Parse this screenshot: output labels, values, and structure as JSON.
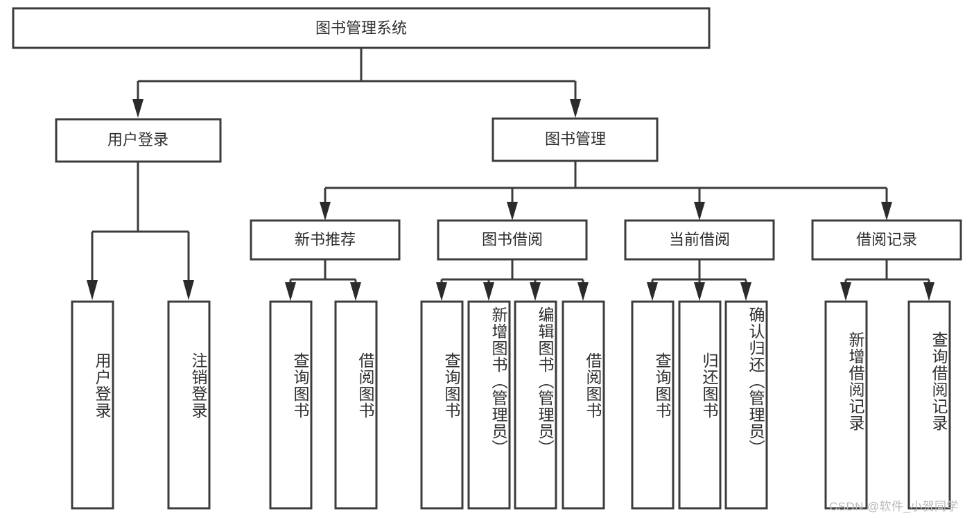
{
  "diagram": {
    "type": "tree-hierarchy-diagram",
    "title_node": {
      "label": "图书管理系统",
      "orientation": "horizontal"
    },
    "level2": [
      {
        "label": "用户登录",
        "orientation": "horizontal"
      },
      {
        "label": "图书管理",
        "orientation": "horizontal"
      }
    ],
    "level3": [
      {
        "label": "新书推荐",
        "orientation": "horizontal"
      },
      {
        "label": "图书借阅",
        "orientation": "horizontal"
      },
      {
        "label": "当前借阅",
        "orientation": "horizontal"
      },
      {
        "label": "借阅记录",
        "orientation": "horizontal"
      }
    ],
    "leaves": [
      {
        "label": "用户登录",
        "parent": "用户登录",
        "orientation": "vertical"
      },
      {
        "label": "注销登录",
        "parent": "用户登录",
        "orientation": "vertical"
      },
      {
        "label": "查询图书",
        "parent": "新书推荐",
        "orientation": "vertical"
      },
      {
        "label": "借阅图书",
        "parent": "新书推荐",
        "orientation": "vertical"
      },
      {
        "label": "查询图书",
        "parent": "图书借阅",
        "orientation": "vertical"
      },
      {
        "label": "新增图书（管理员）",
        "parent": "图书借阅",
        "orientation": "vertical"
      },
      {
        "label": "编辑图书（管理员）",
        "parent": "图书借阅",
        "orientation": "vertical"
      },
      {
        "label": "借阅图书",
        "parent": "图书借阅",
        "orientation": "vertical"
      },
      {
        "label": "查询图书",
        "parent": "当前借阅",
        "orientation": "vertical"
      },
      {
        "label": "归还图书",
        "parent": "当前借阅",
        "orientation": "vertical"
      },
      {
        "label": "确认归还（管理员）",
        "parent": "当前借阅",
        "orientation": "vertical"
      },
      {
        "label": "新增借阅记录",
        "parent": "借阅记录",
        "orientation": "vertical"
      },
      {
        "label": "查询借阅记录",
        "parent": "借阅记录",
        "orientation": "vertical"
      }
    ],
    "colors": {
      "box_stroke": "#3c3c3c",
      "box_fill": "#ffffff",
      "text": "#2f2f2f",
      "connector": "#3c3c3c",
      "background": "#ffffff",
      "watermark": "#b9b9b9"
    }
  },
  "watermark": {
    "text": "CSDN @软件_小贺同学"
  }
}
